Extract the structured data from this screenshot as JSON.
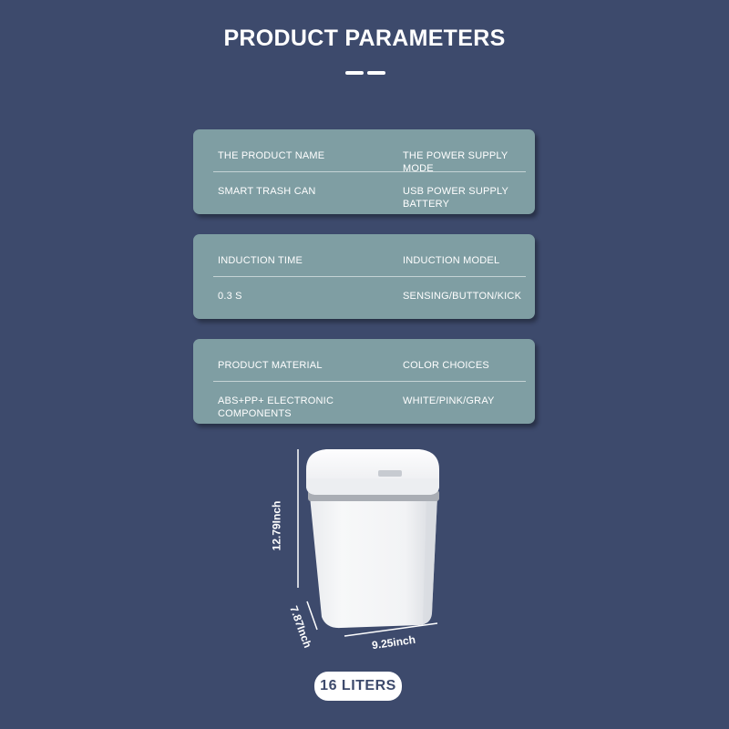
{
  "header": {
    "title": "PRODUCT PARAMETERS"
  },
  "cards": [
    {
      "head_left": "THE PRODUCT NAME",
      "head_right": "THE POWER SUPPLY MODE",
      "val_left": "SMART TRASH CAN",
      "val_right": "USB POWER SUPPLY BATTERY"
    },
    {
      "head_left": "INDUCTION TIME",
      "head_right": "INDUCTION MODEL",
      "val_left": "0.3 S",
      "val_right": "SENSING/BUTTON/KICK"
    },
    {
      "head_left": "PRODUCT MATERIAL",
      "head_right": "COLOR CHOICES",
      "val_left": "ABS+PP+ ELECTRONIC COMPONENTS",
      "val_right": "WHITE/PINK/GRAY"
    }
  ],
  "product": {
    "height_label": "12.79Inch",
    "depth_label": "7.87Inch",
    "width_label": "9.25inch"
  },
  "capacity": {
    "label": "16 LITERS"
  },
  "colors": {
    "background": "#3d4a6c",
    "card": "#7f9ea3",
    "text": "#ffffff"
  }
}
